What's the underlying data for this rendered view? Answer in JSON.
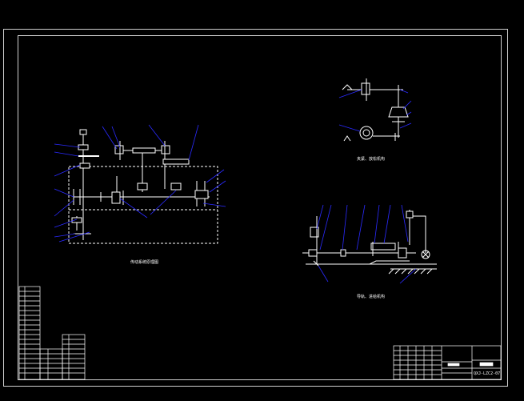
{
  "colors": {
    "background": "#000000",
    "lines": "#ffffff",
    "leaders": "#2a2aff",
    "border": "#cfcfcf"
  },
  "drawing": {
    "captions": {
      "left": "传动系统原理图",
      "top_right": "夹紧、放松机构",
      "bottom_right": "导轨、进给机构"
    },
    "title_block": {
      "drawing_no": "QXJ-LZC2-07"
    }
  }
}
